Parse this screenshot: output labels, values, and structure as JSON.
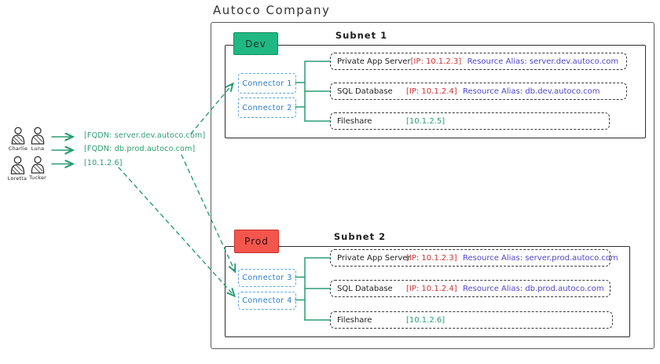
{
  "title": "Autoco Company",
  "users": [
    {
      "name": "Charlie"
    },
    {
      "name": "Luna"
    },
    {
      "name": "Loretta"
    },
    {
      "name": "Tucker"
    }
  ],
  "access": [
    {
      "label": "[FQDN: server.dev.autoco.com]"
    },
    {
      "label": "[FQDN: db.prod.autoco.com]"
    },
    {
      "label": "[10.1.2.6]"
    }
  ],
  "subnets": [
    {
      "env": "Dev",
      "name": "Subnet 1",
      "connectors": [
        "Connector 1",
        "Connector 2"
      ],
      "resources": [
        {
          "name": "Private App Server",
          "ip": "[IP: 10.1.2.3]",
          "alias": "Resource Alias: server.dev.autoco.com"
        },
        {
          "name": "SQL Database",
          "ip": "[IP: 10.1.2.4]",
          "alias": "Resource Alias: db.dev.autoco.com"
        },
        {
          "name": "Fileshare",
          "ip": "[10.1.2.5]",
          "alias": ""
        }
      ]
    },
    {
      "env": "Prod",
      "name": "Subnet 2",
      "connectors": [
        "Connector 3",
        "Connector 4"
      ],
      "resources": [
        {
          "name": "Private App Server",
          "ip": "[IP: 10.1.2.3]",
          "alias": "Resource Alias: server.prod.autoco.com"
        },
        {
          "name": "SQL Database",
          "ip": "[IP: 10.1.2.4]",
          "alias": "Resource Alias: db.prod.autoco.com"
        },
        {
          "name": "Fileshare",
          "ip": "[10.1.2.6]",
          "alias": ""
        }
      ]
    }
  ],
  "icons": {
    "user": "person-icon"
  },
  "colors": {
    "green_accent": "#2a9d72",
    "dev_fill": "#20b882",
    "prod_fill": "#f4564e",
    "connector_blue": "#57a6e8",
    "ip_red": "#d23434",
    "alias_violet": "#4f46cc"
  }
}
